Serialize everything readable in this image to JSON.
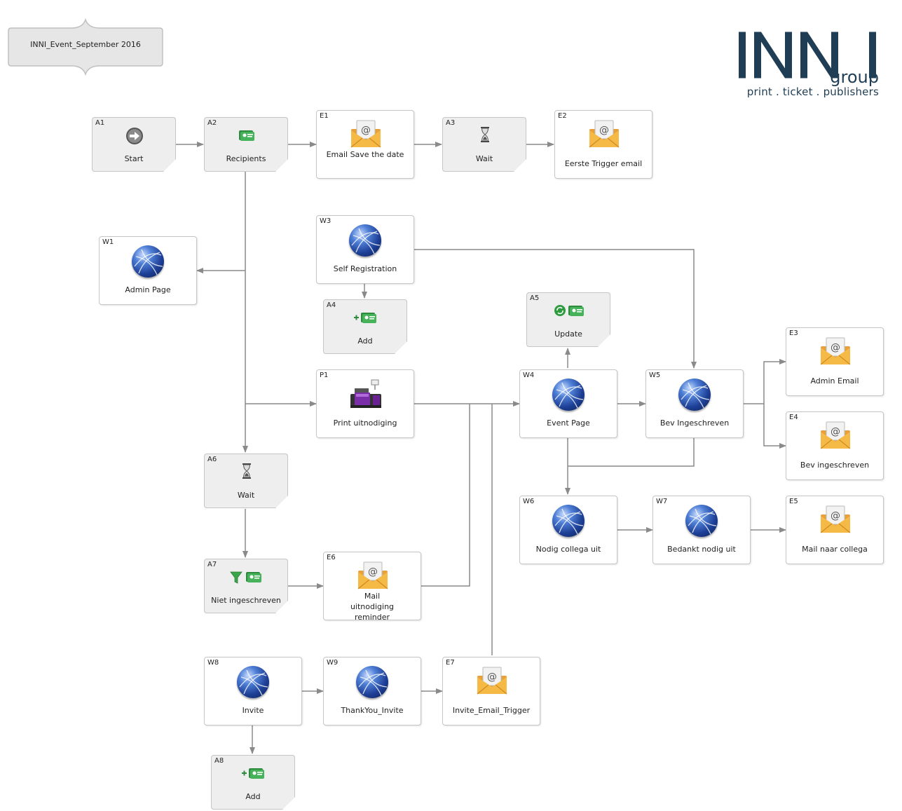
{
  "title": "INNI_Event_September 2016",
  "logo": {
    "mark": "INNI",
    "group": "group",
    "tagline": "print . ticket . publishers",
    "color": "#1f3e55"
  },
  "colors": {
    "edge": "#8a8a8a",
    "action_bg": "#eeeeee",
    "border": "#c6c6c6"
  },
  "nodes": {
    "A1": {
      "id": "A1",
      "label": "Start",
      "icon": "arrow-right-icon"
    },
    "A2": {
      "id": "A2",
      "label": "Recipients",
      "icon": "recipients-card-icon"
    },
    "E1": {
      "id": "E1",
      "label": "Email Save the date",
      "icon": "envelope-icon"
    },
    "A3": {
      "id": "A3",
      "label": "Wait",
      "icon": "hourglass-icon"
    },
    "E2": {
      "id": "E2",
      "label": "Eerste Trigger email",
      "icon": "envelope-icon"
    },
    "W1": {
      "id": "W1",
      "label": "Admin Page",
      "icon": "globe-icon"
    },
    "W3": {
      "id": "W3",
      "label": "Self Registration",
      "icon": "globe-icon"
    },
    "A4": {
      "id": "A4",
      "label": "Add",
      "icon": "add-recipient-icon"
    },
    "A5": {
      "id": "A5",
      "label": "Update",
      "icon": "update-recipient-icon"
    },
    "E3": {
      "id": "E3",
      "label": "Admin Email",
      "icon": "envelope-icon"
    },
    "P1": {
      "id": "P1",
      "label": "Print uitnodiging",
      "icon": "printer-icon"
    },
    "W4": {
      "id": "W4",
      "label": "Event Page",
      "icon": "globe-icon"
    },
    "W5": {
      "id": "W5",
      "label": "Bev Ingeschreven",
      "icon": "globe-icon"
    },
    "E4": {
      "id": "E4",
      "label": "Bev ingeschreven",
      "icon": "envelope-icon"
    },
    "A6": {
      "id": "A6",
      "label": "Wait",
      "icon": "hourglass-icon"
    },
    "W6": {
      "id": "W6",
      "label": "Nodig collega uit",
      "icon": "globe-icon"
    },
    "W7": {
      "id": "W7",
      "label": "Bedankt nodig uit",
      "icon": "globe-icon"
    },
    "E5": {
      "id": "E5",
      "label": "Mail naar collega",
      "icon": "envelope-icon"
    },
    "A7": {
      "id": "A7",
      "label": "Niet ingeschreven",
      "icon": "filter-recipients-icon"
    },
    "E6": {
      "id": "E6",
      "label": "Mail uitnodiging reminder",
      "icon": "envelope-icon"
    },
    "W8": {
      "id": "W8",
      "label": "Invite",
      "icon": "globe-icon"
    },
    "W9": {
      "id": "W9",
      "label": "ThankYou_Invite",
      "icon": "globe-icon"
    },
    "E7": {
      "id": "E7",
      "label": "Invite_Email_Trigger",
      "icon": "envelope-icon"
    },
    "A8": {
      "id": "A8",
      "label": "Add",
      "icon": "add-recipient-icon"
    }
  },
  "edges": [
    [
      "A1",
      "A2"
    ],
    [
      "A2",
      "E1"
    ],
    [
      "E1",
      "A3"
    ],
    [
      "A3",
      "E2"
    ],
    [
      "A2",
      "W1"
    ],
    [
      "A2",
      "P1"
    ],
    [
      "A2",
      "A6"
    ],
    [
      "A6",
      "A7"
    ],
    [
      "A7",
      "E6"
    ],
    [
      "E6",
      "W4"
    ],
    [
      "W3",
      "A4"
    ],
    [
      "W3",
      "W5"
    ],
    [
      "P1",
      "W4"
    ],
    [
      "W4",
      "A5"
    ],
    [
      "W4",
      "W5"
    ],
    [
      "W5",
      "E3"
    ],
    [
      "W5",
      "E4"
    ],
    [
      "W4",
      "W6"
    ],
    [
      "W5",
      "W6"
    ],
    [
      "W6",
      "W7"
    ],
    [
      "W7",
      "E5"
    ],
    [
      "W8",
      "W9"
    ],
    [
      "W9",
      "E7"
    ],
    [
      "E7",
      "W4"
    ],
    [
      "W8",
      "A8"
    ]
  ]
}
